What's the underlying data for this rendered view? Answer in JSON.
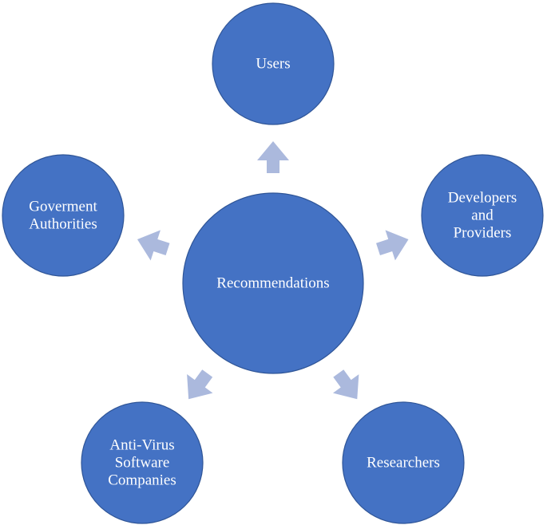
{
  "colors": {
    "node_fill": "#4472c4",
    "arrow_fill": "#abb9dd",
    "text": "#ffffff",
    "background": "#ffffff"
  },
  "center": {
    "label_lines": [
      "Recommendations"
    ]
  },
  "nodes": [
    {
      "id": "users",
      "label_lines": [
        "Users"
      ]
    },
    {
      "id": "developers-providers",
      "label_lines": [
        "Developers",
        "and",
        "Providers"
      ]
    },
    {
      "id": "researchers",
      "label_lines": [
        "Researchers"
      ]
    },
    {
      "id": "anti-virus-companies",
      "label_lines": [
        "Anti-Virus",
        "Software",
        "Companies"
      ]
    },
    {
      "id": "government-authorities",
      "label_lines": [
        "Goverment",
        "Authorities"
      ]
    }
  ]
}
